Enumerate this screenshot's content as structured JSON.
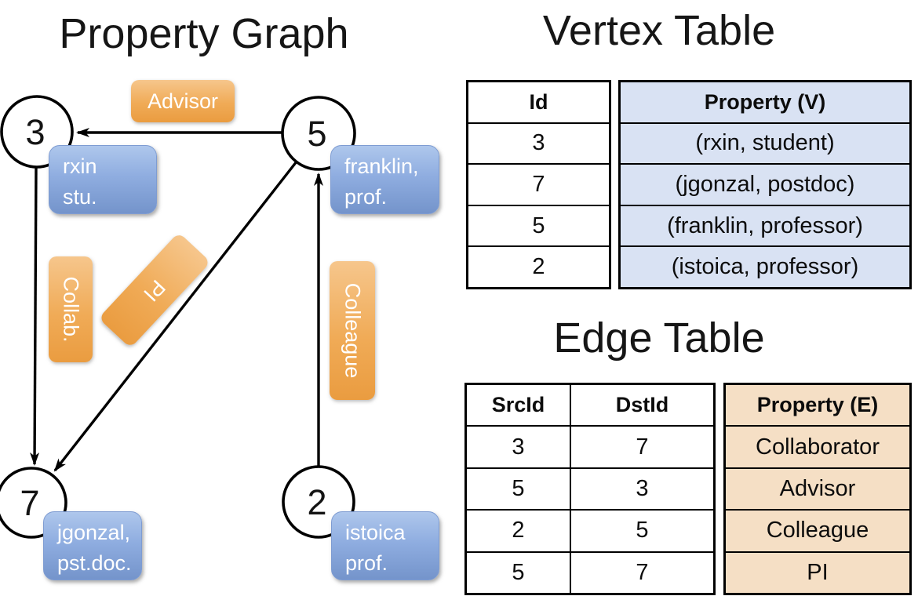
{
  "graph": {
    "title": "Property Graph",
    "nodes": [
      {
        "id": "3",
        "property_line1": "rxin",
        "property_line2": "stu."
      },
      {
        "id": "5",
        "property_line1": "franklin,",
        "property_line2": "prof."
      },
      {
        "id": "7",
        "property_line1": "jgonzal,",
        "property_line2": "pst.doc."
      },
      {
        "id": "2",
        "property_line1": "istoica",
        "property_line2": "prof."
      }
    ],
    "edge_labels": {
      "advisor": "Advisor",
      "collab": "Collab.",
      "pi": "PI",
      "colleague": "Colleague"
    }
  },
  "vertex_table": {
    "title": "Vertex Table",
    "columns": {
      "id": "Id",
      "property": "Property (V)"
    },
    "rows": [
      {
        "id": "3",
        "property": "(rxin, student)"
      },
      {
        "id": "7",
        "property": "(jgonzal, postdoc)"
      },
      {
        "id": "5",
        "property": "(franklin, professor)"
      },
      {
        "id": "2",
        "property": "(istoica, professor)"
      }
    ]
  },
  "edge_table": {
    "title": "Edge Table",
    "columns": {
      "src": "SrcId",
      "dst": "DstId",
      "property": "Property (E)"
    },
    "rows": [
      {
        "src": "3",
        "dst": "7",
        "property": "Collaborator"
      },
      {
        "src": "5",
        "dst": "3",
        "property": "Advisor"
      },
      {
        "src": "2",
        "dst": "5",
        "property": "Colleague"
      },
      {
        "src": "5",
        "dst": "7",
        "property": "PI"
      }
    ]
  },
  "colors": {
    "edge_label_orange": "#EFA94E",
    "vertex_box_blue": "#8FADE0",
    "vertex_table_fill": "#D9E2F3",
    "edge_table_fill": "#F5DFC5",
    "line_color": "#000000"
  }
}
